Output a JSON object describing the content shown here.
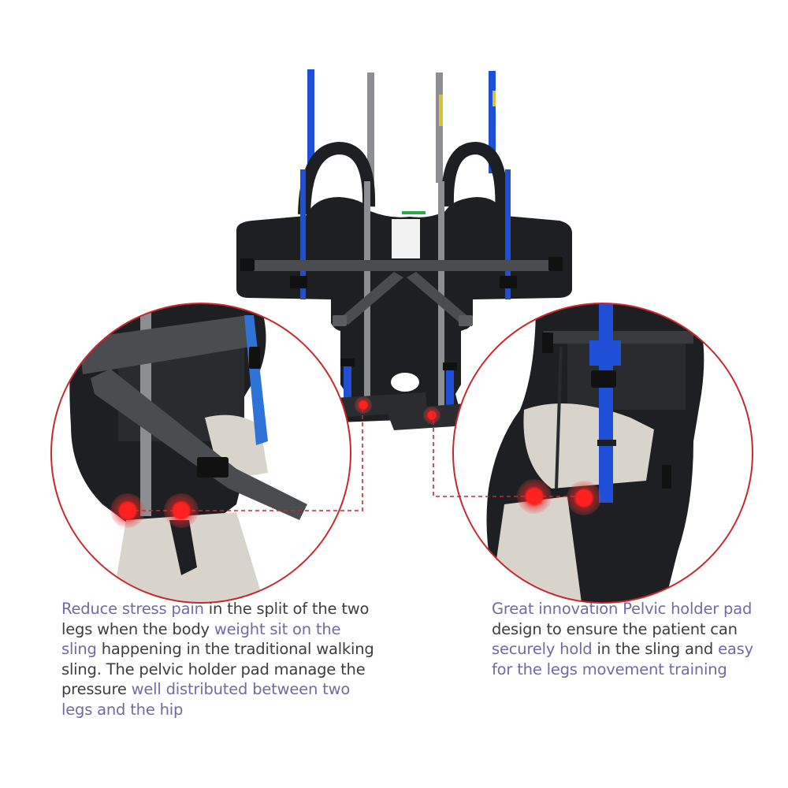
{
  "colors": {
    "background": "#ffffff",
    "body_text": "#3d3d3d",
    "highlight_text": "#6f6aa8",
    "circle_outline": "#c8282d",
    "pressure_dot": "#ff1a1a",
    "sling_black": "#1e1f22",
    "strap_gray": "#8c8e92",
    "strap_dark_gray": "#4a4c50",
    "strap_blue": "#1f4fd6",
    "pants_beige": "#d9d4cb"
  },
  "product": {
    "name": "walking sling with pelvic holder pad",
    "main_view": "sling-laid-flat",
    "left_inset": "rear-view-worn-sling",
    "right_inset": "side-view-worn-sling"
  },
  "captions": {
    "left": {
      "segments": [
        {
          "text": "Reduce  stress pain",
          "highlight": true
        },
        {
          "text": " in the split of the two legs when the body ",
          "highlight": false
        },
        {
          "text": "weight sit on the sling",
          "highlight": true
        },
        {
          "text": " happening in the traditional walking sling. The pelvic holder pad manage the pressure ",
          "highlight": false
        },
        {
          "text": "well distributed between two legs and the hip",
          "highlight": true
        }
      ]
    },
    "right": {
      "segments": [
        {
          "text": "Great innovation Pelvic holder pad",
          "highlight": true
        },
        {
          "text": " design to ensure the patient can ",
          "highlight": false
        },
        {
          "text": "securely hold",
          "highlight": true
        },
        {
          "text": " in the sling and ",
          "highlight": false
        },
        {
          "text": "easy for the legs movement training",
          "highlight": true
        }
      ]
    }
  }
}
